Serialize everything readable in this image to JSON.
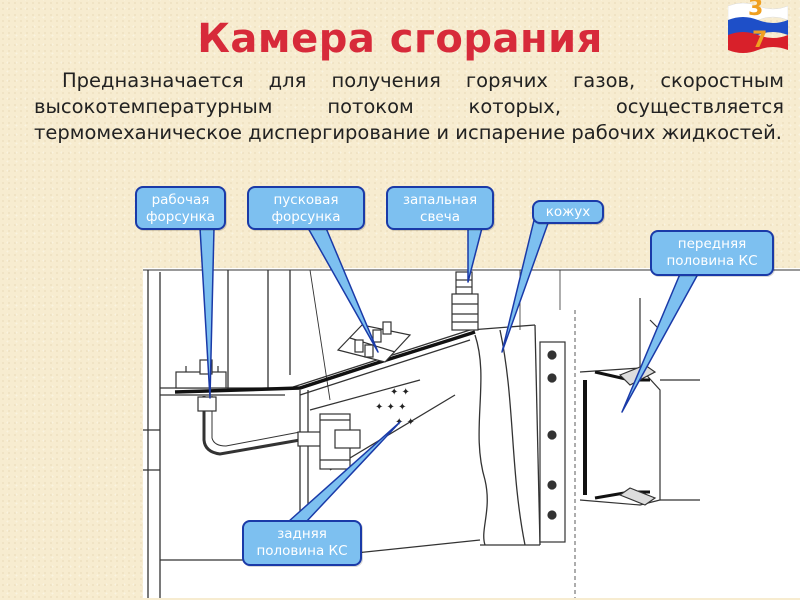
{
  "slide": {
    "title": "Камера сгорания",
    "page_number_top": "3",
    "page_number_bottom": "7",
    "flag_colors": [
      "#ffffff",
      "#1e4fc8",
      "#d8202a"
    ],
    "description": "Предназначается для получения горячих газов, скоростным высокотемпературным потоком которых, осуществляется термомеханическое диспергирование и испарение рабочих жидкостей."
  },
  "callouts": {
    "working_injector": {
      "line1": "рабочая",
      "line2": "форсунка"
    },
    "start_injector": {
      "line1": "пусковая",
      "line2": "форсунка"
    },
    "spark_plug": {
      "line1": "запальная",
      "line2": "свеча"
    },
    "casing": {
      "line1": "кожух"
    },
    "front_half": {
      "line1": "передняя",
      "line2": "половина КС"
    },
    "rear_half": {
      "line1": "задняя",
      "line2": "половина КС"
    }
  },
  "colors": {
    "title": "#d72a3a",
    "callout_fill": "#7dc0f0",
    "callout_border": "#1a3aa8"
  }
}
